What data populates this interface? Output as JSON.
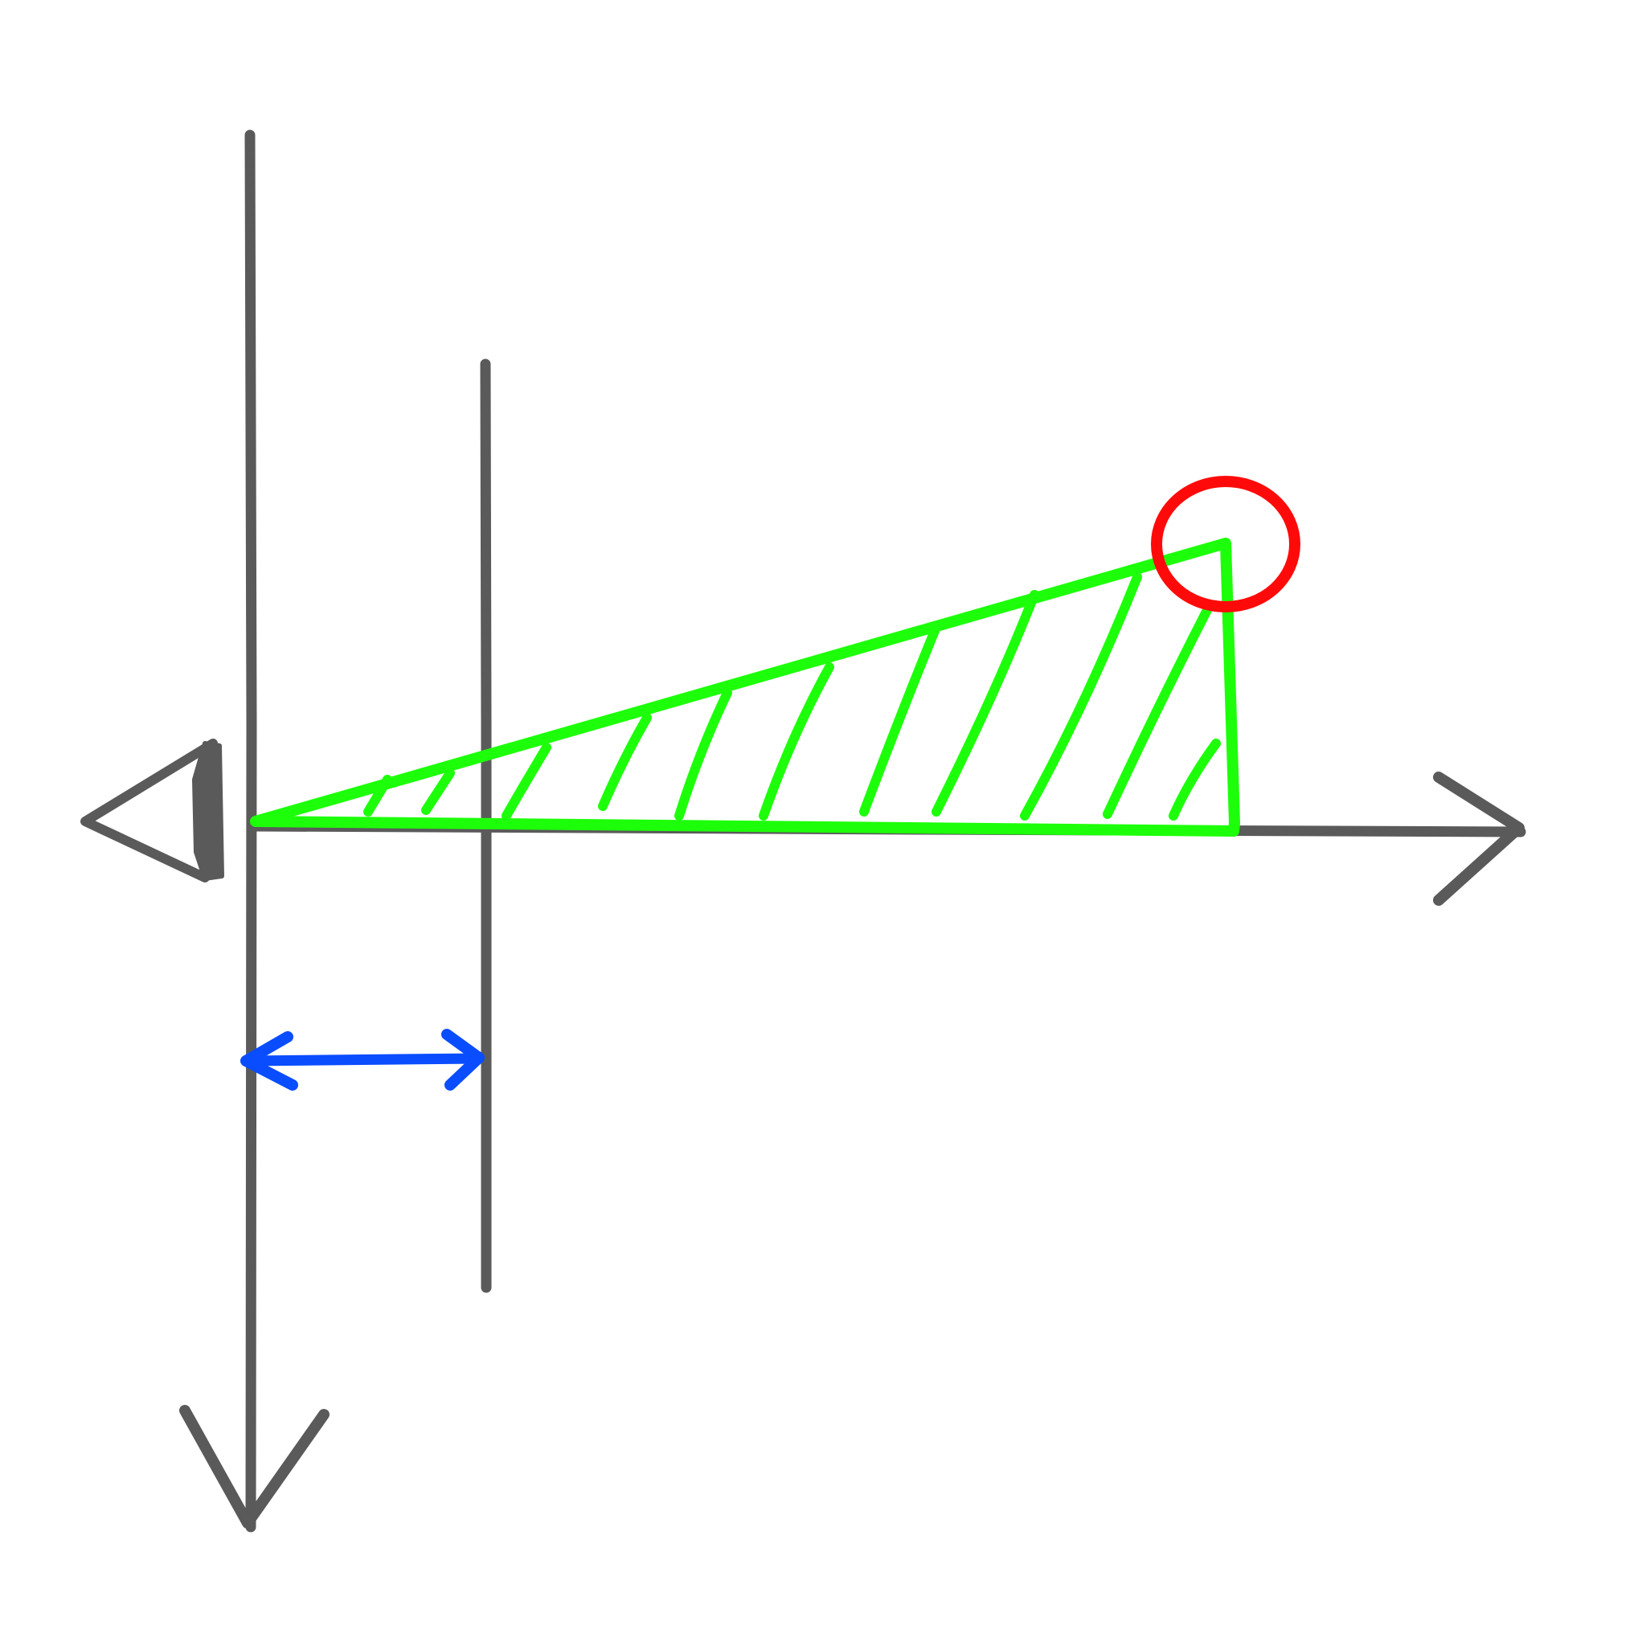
{
  "diagram": {
    "kind": "hand-drawn sketch",
    "text": "",
    "colors": {
      "axes": "#5a5a5a",
      "shaded_triangle": "#1dff0a",
      "distance_arrow": "#0a4dff",
      "highlight_circle": "#ff0a0a",
      "background": "#ffffff"
    },
    "elements": [
      "vertical-axis-arrow-down",
      "horizontal-axis-arrow-right",
      "second-vertical-line",
      "eye-triangle-marker",
      "hatched-green-triangle",
      "blue-double-arrow",
      "red-circle-highlight"
    ]
  }
}
